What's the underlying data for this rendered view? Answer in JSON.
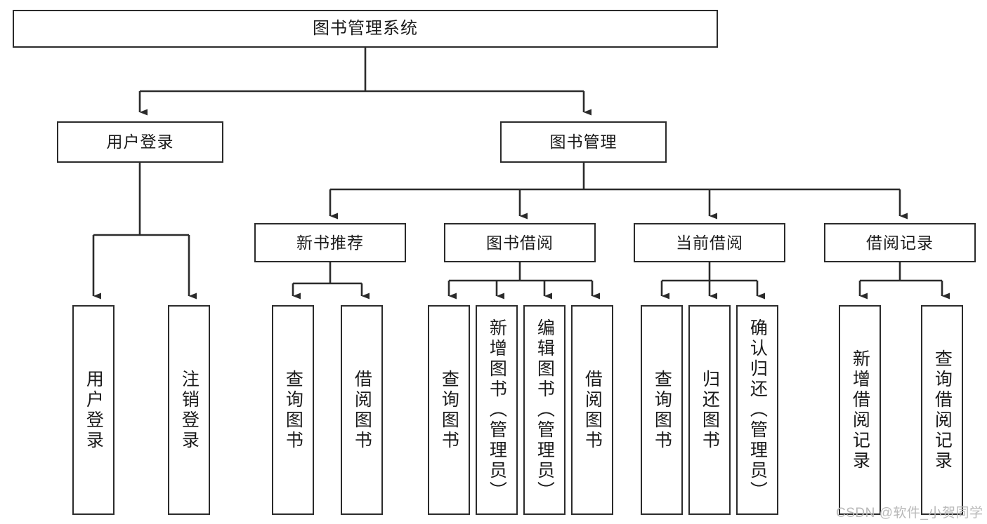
{
  "diagram": {
    "title": "图书管理系统",
    "type": "tree-hierarchy-diagram",
    "colors": {
      "box_border": "#2b2b2b",
      "box_fill": "#ffffff",
      "connector": "#2b2b2b",
      "text": "#1a1a1a",
      "watermark": "#b9b9b9"
    },
    "root": {
      "label": "图书管理系统"
    },
    "level2": [
      {
        "label": "用户登录"
      },
      {
        "label": "图书管理"
      }
    ],
    "level3": [
      {
        "label": "新书推荐"
      },
      {
        "label": "图书借阅"
      },
      {
        "label": "当前借阅"
      },
      {
        "label": "借阅记录"
      }
    ],
    "leaves": {
      "user_login": [
        {
          "label": "用户登录"
        },
        {
          "label": "注销登录"
        }
      ],
      "new_book_recommend": [
        {
          "label": "查询图书"
        },
        {
          "label": "借阅图书"
        }
      ],
      "book_borrow": [
        {
          "label": "查询图书"
        },
        {
          "label": "新增图书（管理员）"
        },
        {
          "label": "编辑图书（管理员）"
        },
        {
          "label": "借阅图书"
        }
      ],
      "current_borrow": [
        {
          "label": "查询图书"
        },
        {
          "label": "归还图书"
        },
        {
          "label": "确认归还（管理员）"
        }
      ],
      "borrow_records": [
        {
          "label": "新增借阅记录"
        },
        {
          "label": "查询借阅记录"
        }
      ]
    }
  },
  "watermark": {
    "text": "CSDN @软件_小贺同学"
  }
}
